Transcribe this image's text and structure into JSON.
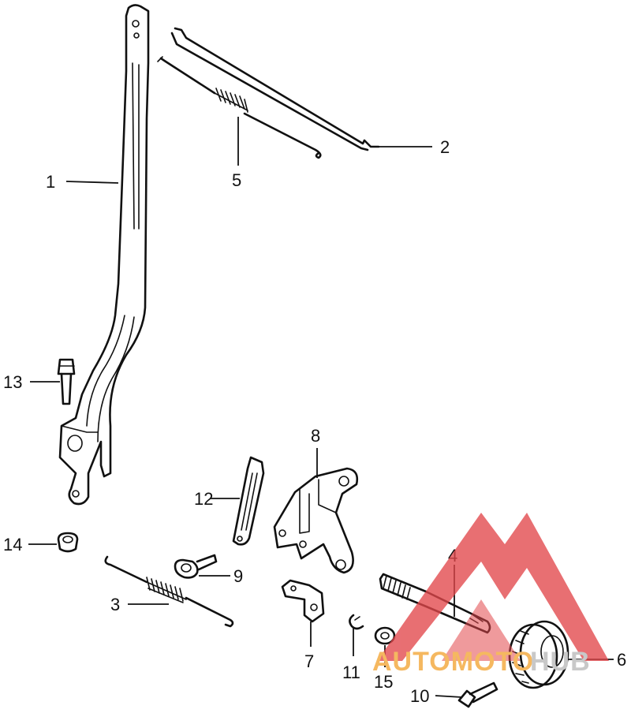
{
  "diagram": {
    "callouts": [
      "1",
      "2",
      "3",
      "4",
      "5",
      "6",
      "7",
      "8",
      "9",
      "10",
      "11",
      "12",
      "13",
      "14",
      "15"
    ]
  },
  "watermark": {
    "word_a": "AUTOMOTO",
    "word_b": "HUB",
    "colors": {
      "triangle": "#e2474b",
      "text_a": "#f5b860",
      "text_b": "#c8c8c8"
    }
  }
}
